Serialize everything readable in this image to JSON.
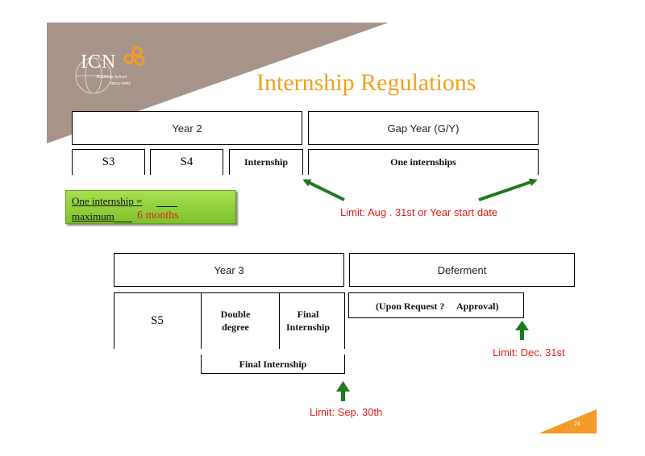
{
  "header": {
    "logo_text": "ICN",
    "logo_sub1": "Business School",
    "logo_sub2": "nancy-metz",
    "title": "Internship Regulations"
  },
  "top": {
    "year2": "Year 2",
    "gap_year": "Gap Year (G/Y)",
    "s3": "S3",
    "s4": "S4",
    "internship": "Internship",
    "one_internships": "One  internships",
    "note_line1": "One internship =",
    "note_line2": "maximum",
    "note_months": "6  months",
    "limit_aug": "Limit:  Aug . 31st or Year start date"
  },
  "bottom": {
    "year3": "Year 3",
    "deferment": "Deferment",
    "s5": "S5",
    "double_degree": "Double degree",
    "final_internship_cell": "Final Internship",
    "upon_request": "(Upon Request ?",
    "approval": "Approval)",
    "final_internship_bar": "Final Internship",
    "limit_dec": "Limit: Dec. 31st",
    "limit_sep": "Limit:  Sep. 30th"
  },
  "footer": {
    "page_number": "24"
  },
  "colors": {
    "banner": "#a89389",
    "title": "#f0a020",
    "note_green": "#8fd23a",
    "arrow_green": "#1f7a1f",
    "limit_red": "#e0201a",
    "corner_orange": "#f39a28"
  }
}
